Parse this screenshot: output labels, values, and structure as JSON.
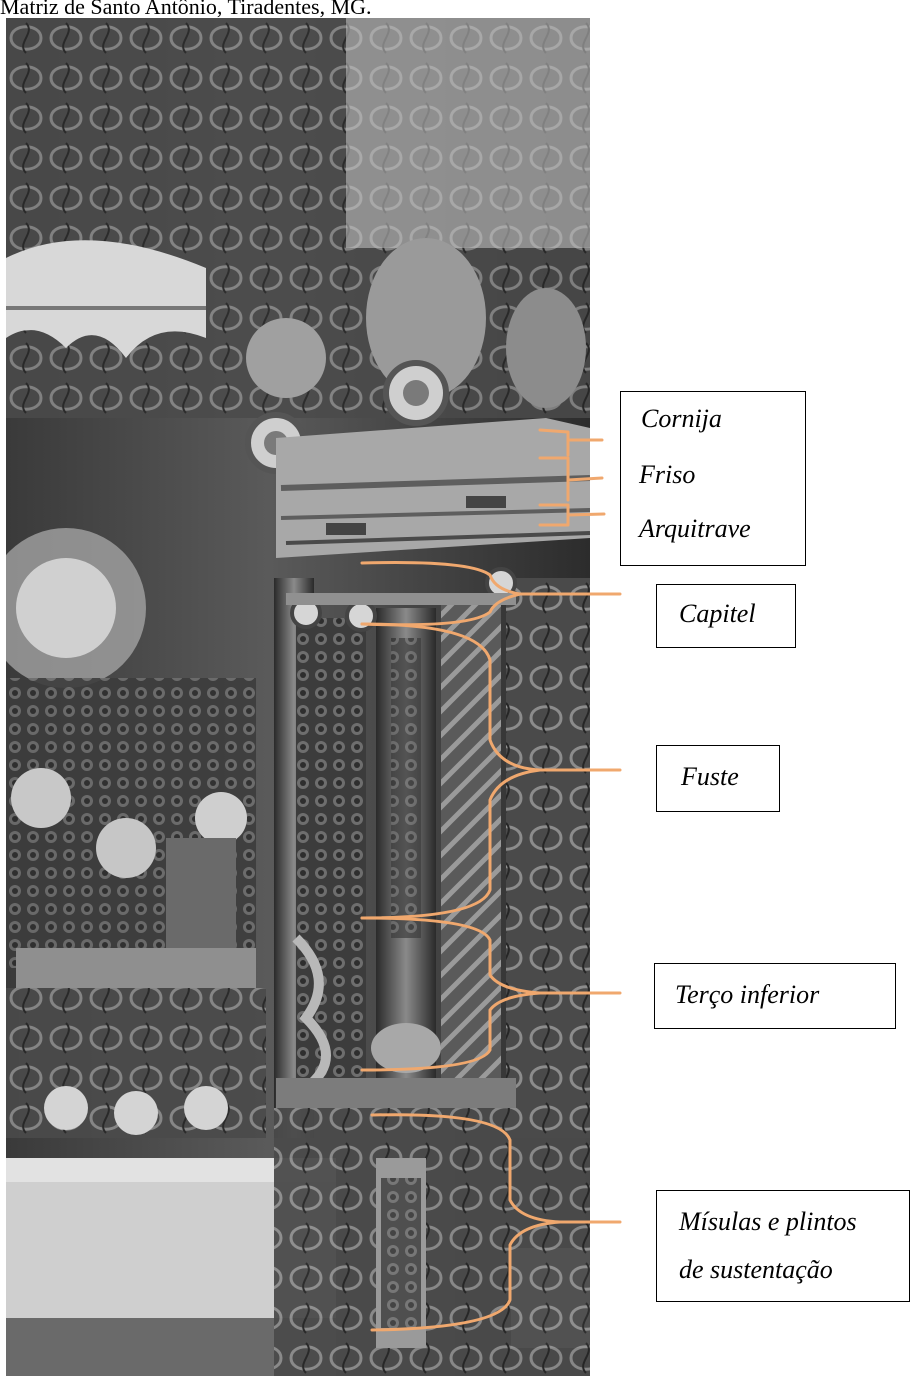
{
  "caption": "Matriz de Santo Antônio, Tiradentes, MG.",
  "labels": {
    "cornija": "Cornija",
    "friso": "Friso",
    "arquitrave": "Arquitrave",
    "capitel": "Capitel",
    "fuste": "Fuste",
    "terco_inferior": "Terço inferior",
    "misulas_line1": "Mísulas e plintos",
    "misulas_line2": "de sustentação"
  },
  "colors": {
    "bracket": "#f0a86e",
    "box_border": "#000000"
  }
}
